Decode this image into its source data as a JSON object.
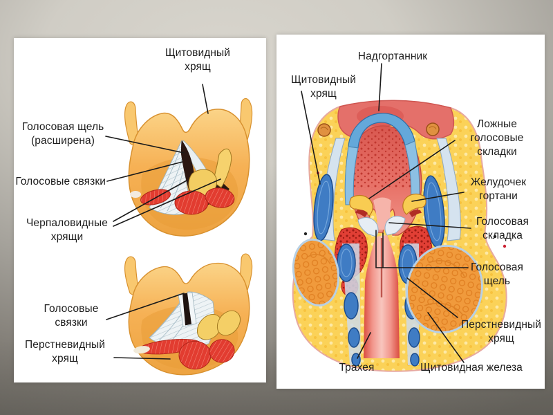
{
  "slide": {
    "description": "Anatomy slide with two larynx diagrams",
    "palette": {
      "background_light": "#d2cfc7",
      "background_dark": "#7b7870",
      "panel_background": "#ffffff",
      "label_text": "#1d1d1d",
      "leader_line": "#1a1a1a",
      "cartilage_orange": "#f6b155",
      "cartilage_edge": "#d8912f",
      "membrane_white": "#eef3f5",
      "glottis_black": "#2b1712",
      "muscle_red": "#e23c30",
      "arytenoid_yellow": "#f5d06a",
      "fat_yellow": "#fbd258",
      "cartilage_blue": "#3f7cc4",
      "cavity_red": "#e05a52",
      "trachea_pink": "#f6b6ae",
      "gland_orange": "#f09a3c",
      "epiglottis_blue": "#64a8da"
    }
  },
  "left_panel": {
    "labels": {
      "thyroid_cartilage": "Щитовидный\nхрящ",
      "glottis_widened": "Голосовая щель\n(расширена)",
      "vocal_cords_top": "Голосовые связки",
      "arytenoid_cartilages": "Черпаловидные\nхрящи",
      "vocal_cords_bottom": "Голосовые\nсвязки",
      "cricoid_cartilage": "Перстневидный\nхрящ"
    }
  },
  "right_panel": {
    "labels": {
      "epiglottis": "Надгортанник",
      "thyroid_cartilage": "Щитовидный\nхрящ",
      "false_vocal_folds": "Ложные\nголосовые\nскладки",
      "laryngeal_ventricle": "Желудочек\nгортани",
      "vocal_fold": "Голосовая\nскладка",
      "glottis": "Голосовая\nщель",
      "cricoid_cartilage": "Перстневидный\nхрящ",
      "trachea": "Трахея",
      "thyroid_gland": "Щитовидная железа"
    }
  }
}
